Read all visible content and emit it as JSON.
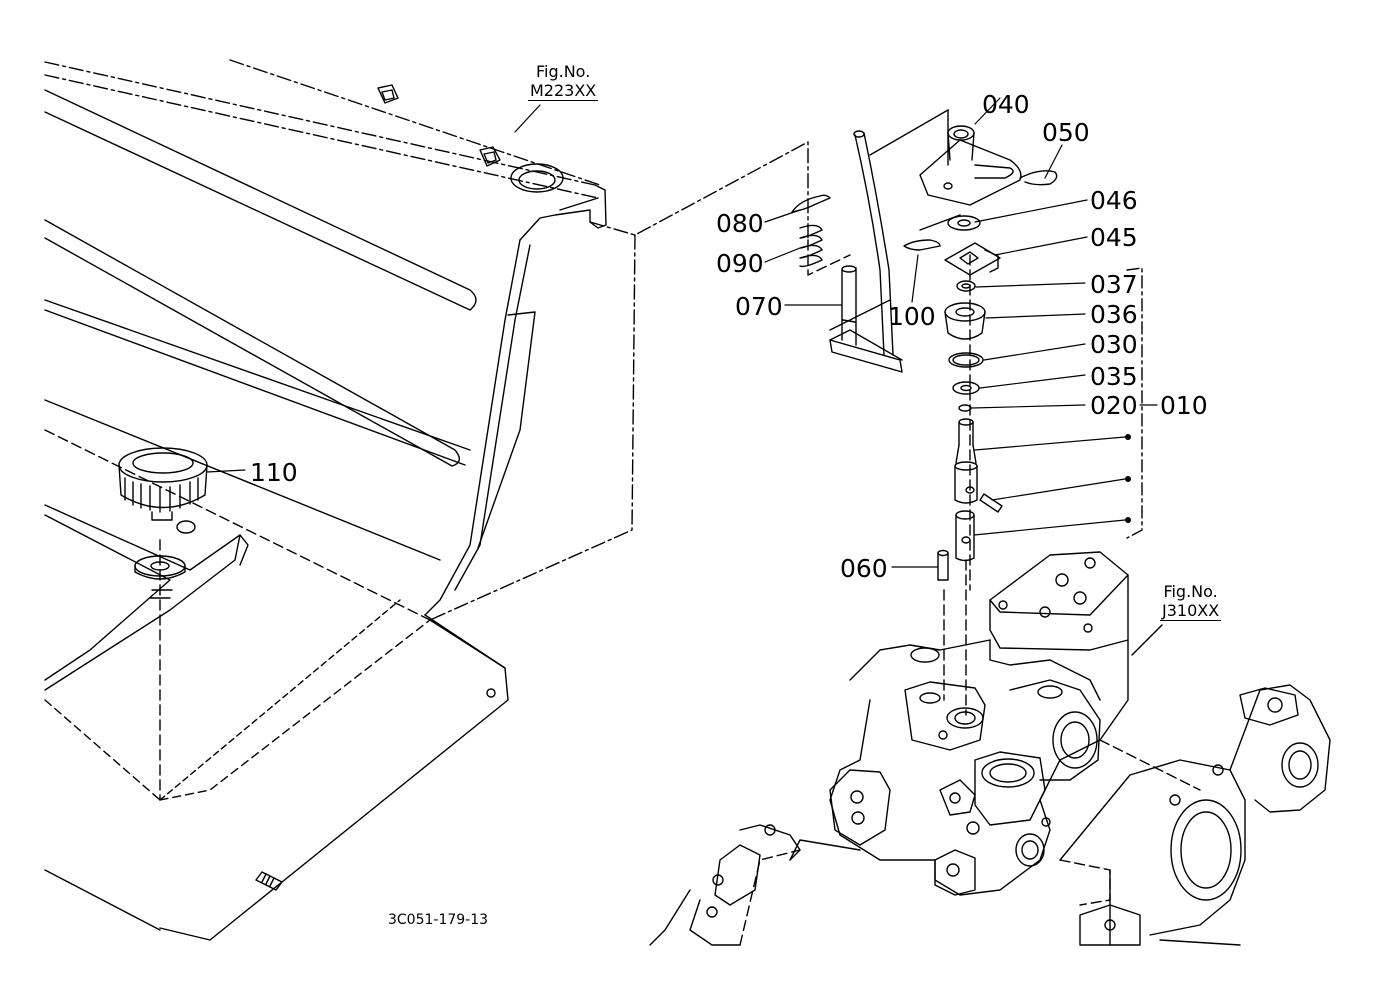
{
  "figure_refs": {
    "top": {
      "caption": "Fig.No.",
      "number": "M223XX"
    },
    "right": {
      "caption": "Fig.No.",
      "number": "J310XX"
    }
  },
  "drawing_code": "3C051-179-13",
  "callouts": {
    "p040": "040",
    "p050": "050",
    "p046": "046",
    "p045": "045",
    "p037": "037",
    "p036": "036",
    "p030": "030",
    "p035": "035",
    "p020": "020",
    "p010": "010",
    "p080": "080",
    "p090": "090",
    "p070": "070",
    "p100": "100",
    "p060": "060",
    "p110": "110"
  }
}
